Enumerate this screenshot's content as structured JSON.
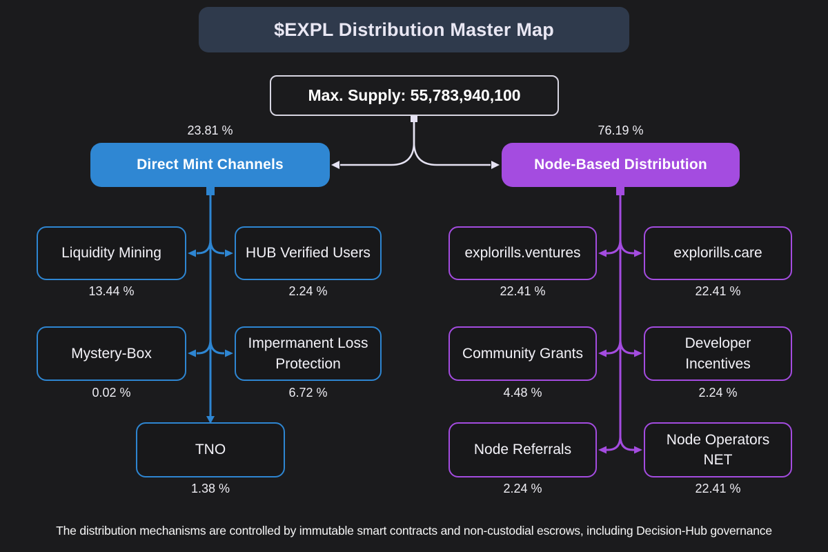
{
  "title": "$EXPL Distribution Master Map",
  "supply": {
    "label": "Max. Supply: 55,783,940,100"
  },
  "left": {
    "header": {
      "label": "Direct Mint Channels",
      "percent": "23.81 %"
    },
    "children": [
      {
        "label": "Liquidity Mining",
        "percent": "13.44 %"
      },
      {
        "label": "HUB Verified Users",
        "percent": "2.24 %"
      },
      {
        "label": "Mystery-Box",
        "percent": "0.02 %"
      },
      {
        "label": "Impermanent Loss\nProtection",
        "percent": "6.72 %"
      },
      {
        "label": "TNO",
        "percent": "1.38 %"
      }
    ]
  },
  "right": {
    "header": {
      "label": "Node-Based Distribution",
      "percent": "76.19 %"
    },
    "children": [
      {
        "label": "explorills.ventures",
        "percent": "22.41 %"
      },
      {
        "label": "explorills.care",
        "percent": "22.41 %"
      },
      {
        "label": "Community Grants",
        "percent": "4.48 %"
      },
      {
        "label": "Developer\nIncentives",
        "percent": "2.24 %"
      },
      {
        "label": "Node Referrals",
        "percent": "2.24 %"
      },
      {
        "label": "Node Operators\nNET",
        "percent": "22.41 %"
      }
    ]
  },
  "footer": "The distribution mechanisms are controlled by immutable smart contracts and non-custodial escrows, including Decision-Hub governance",
  "colors": {
    "background": "#1b1b1d",
    "title_box": "#2f3a4c",
    "blue_accent": "#2f87d3",
    "purple_accent": "#a44ce0",
    "light_connector": "#e5e2f2",
    "supply_border": "#d8d6e2"
  }
}
